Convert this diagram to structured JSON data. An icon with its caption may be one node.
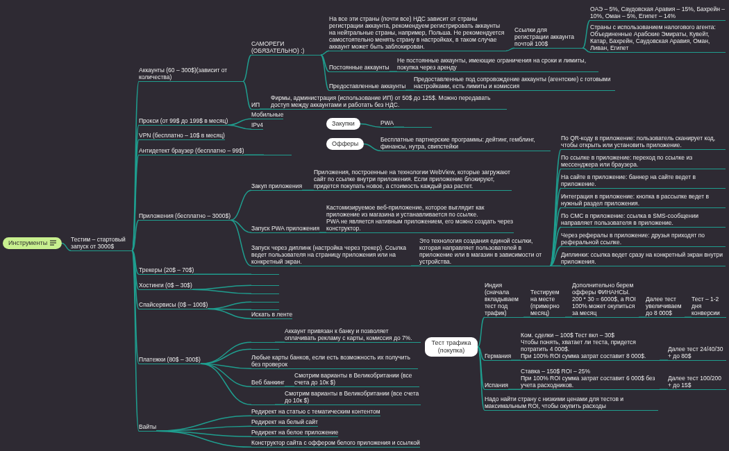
{
  "diagram": {
    "nodes": [
      {
        "text": [
          "Инструменты"
        ]
      },
      {
        "text": [
          "Тестим – стартовый запуск от 3000$"
        ]
      },
      {
        "text": [
          "Аккаунты (60 – 300$)(зависит от количества)"
        ]
      },
      {
        "text": [
          "САМОРЕГИ (ОБЯЗАТЕЛЬНО) :)"
        ]
      },
      {
        "text": [
          "На все эти страны (почти все) НДС зависит от страны регистрации аккаунта, рекомендуем регистрировать аккаунты на нейтральные страны, например, Польша. Не рекомендуется самостоятельно менять страну в настройках, в таком случае аккаунт может быть заблокирован."
        ]
      },
      {
        "text": [
          "Ссылки для регистрации аккаунта почтой 100$"
        ]
      },
      {
        "text": [
          "ОАЭ – 5%, Саудовская Аравия – 15%, Бахрейн – 10%, Оман – 5%, Египет – 14%"
        ]
      },
      {
        "text": [
          "Страны с использованием налогового агента: Объединенные Арабские Эмираты, Кувейт, Катар, Бахрейн, Саудовская Аравия, Оман, Ливан, Египет"
        ]
      },
      {
        "text": [
          "Постоянные аккаунты"
        ]
      },
      {
        "text": [
          "Не постоянные аккаунты, имеющие ограничения на сроки и лимиты, покупка через аренду"
        ]
      },
      {
        "text": [
          "Предоставленные аккаунты"
        ]
      },
      {
        "text": [
          "Предоставленные под сопровождение аккаунты (агентские) с готовыми настройками, есть лимиты и комиссия"
        ]
      },
      {
        "text": [
          "ИП"
        ]
      },
      {
        "text": [
          "Фирмы, администрация (использование ИП) от 50$ до 125$. Можно передавать доступ между аккаунтами и работать без НДС."
        ]
      },
      {
        "text": [
          "Прокси (от 99$ до 199$ в месяц)"
        ]
      },
      {
        "text": [
          "Мобильные"
        ]
      },
      {
        "text": [
          "IPv4"
        ]
      },
      {
        "text": [
          "VPN (бесплатно – 10$ в месяц)"
        ]
      },
      {
        "text": [
          "Антидетект браузер (бесплатно – 99$)"
        ]
      },
      {
        "text": [],
        "shape": "line"
      },
      {
        "text": [
          "Приложения (бесплатно – 3000$)"
        ]
      },
      {
        "text": [
          "Закуп приложения"
        ]
      },
      {
        "text": [
          "Приложения, построенные на технологии WebView, которые загружают сайт по ссылке внутри приложения. Если приложение блокируют, придется покупать новое, а стоимость каждый раз растет."
        ]
      },
      {
        "text": [
          "Запуск PWA приложения"
        ]
      },
      {
        "text": [
          "Кастомизируемое веб-приложение, которое выглядит как приложение из магазина и устанавливается по ссылке.",
          "PWA не является нативным приложением, его можно создать через конструктор."
        ]
      },
      {
        "text": [
          "Запуск через диплинк (настройка через трекер). Ссылка ведет пользователя на страницу приложения или на конкретный экран."
        ]
      },
      {
        "text": [
          "Это технология создания единой ссылки, которая направляет пользователей в приложение или в магазин в зависимости от устройства."
        ]
      },
      {
        "text": [
          "По QR-коду в приложение: пользователь сканирует код, чтобы открыть или установить приложение."
        ]
      },
      {
        "text": [
          "По ссылке в приложение: переход по ссылке из мессенджера или браузера."
        ]
      },
      {
        "text": [
          "На сайте в приложение: баннер на сайте ведет в приложение."
        ]
      },
      {
        "text": [
          "Интеграция в приложение: кнопка в рассылке ведет в нужный раздел приложения."
        ]
      },
      {
        "text": [
          "По СМС в приложение: ссылка в SMS-сообщении направляет пользователя в приложение."
        ]
      },
      {
        "text": [
          "Через рефералы в приложение: друзья приходят по реферальной ссылке."
        ]
      },
      {
        "text": [
          "Диплинки: ссылка ведет сразу на конкретный экран внутри приложения."
        ]
      },
      {
        "text": [
          "Трекеры (20$ – 70$)"
        ]
      },
      {
        "text": [],
        "shape": "line"
      },
      {
        "text": [
          "Хостинги (0$ – 30$)"
        ]
      },
      {
        "text": [],
        "shape": "line"
      },
      {
        "text": [],
        "shape": "line"
      },
      {
        "text": [
          "Спайсервисы (0$ – 100$)"
        ]
      },
      {
        "text": [],
        "shape": "line"
      },
      {
        "text": [],
        "shape": "line"
      },
      {
        "text": [
          "Искать в ленте"
        ]
      },
      {
        "text": [
          "Платежки (80$ – 300$)"
        ]
      },
      {
        "text": [],
        "shape": "line"
      },
      {
        "text": [
          "Аккаунт привязан к банку и позволяет оплачивать рекламу с карты, комиссия до 7%."
        ]
      },
      {
        "text": [],
        "shape": "line"
      },
      {
        "text": [
          "Любые карты банков, если есть возможность их получить без проверок"
        ]
      },
      {
        "text": [
          "Веб банкинг"
        ]
      },
      {
        "text": [
          "Смотрим варианты в Великобритании (все счета до 10к $)"
        ]
      },
      {
        "text": [],
        "shape": "line"
      },
      {
        "text": [
          "Смотрим варианты в Великобритании (все счета до 10к $)"
        ]
      },
      {
        "text": [
          "Вайты"
        ]
      },
      {
        "text": [
          "Редирект на статью с тематическим контентом"
        ]
      },
      {
        "text": [
          "Редирект на белый сайт"
        ]
      },
      {
        "text": [
          "Редирект на белое приложение"
        ]
      },
      {
        "text": [
          "Конструктор сайта с оффером белого приложения и ссылкой"
        ]
      },
      {
        "text": [
          "Тест трафика (покупка)"
        ]
      },
      {
        "text": [
          "Индия (сначала вкладываем тест под трафик)"
        ]
      },
      {
        "text": [
          "Тестируем на месте (примерно месяц)"
        ]
      },
      {
        "text": [
          "Дополнительно берем офферы ФИНАНСЫ.",
          "200 * 30 = 6000$, а ROI 100% может окупиться за месяц"
        ]
      },
      {
        "text": [
          "Далее тест увеличиваем до 8 000$"
        ]
      },
      {
        "text": [
          "Тест – 1-2 дня конверсии"
        ]
      },
      {
        "text": [
          "Германия"
        ]
      },
      {
        "text": [
          "Ком. сделки – 100$ Тест вкл – 30$",
          "Чтобы понять, хватает ли теста, придется потратить 4 000$.",
          "При 100% ROI сумма затрат составит 8 000$."
        ]
      },
      {
        "text": [
          "Далее тест 24/40/30 + до 80$"
        ]
      },
      {
        "text": [
          "Испания"
        ]
      },
      {
        "text": [
          "Ставка – 150$ ROI – 25%",
          "При 100% ROI сумма затрат составит 6 000$ без учета расходников."
        ]
      },
      {
        "text": [
          "Далее тест 100/200 + до 15$"
        ]
      },
      {
        "text": [
          "Надо найти страну с низкими ценами для тестов и максимальным ROI, чтобы окупить расходы"
        ]
      },
      {
        "text": [
          "Закупки"
        ]
      },
      {
        "text": [
          "PWA"
        ]
      },
      {
        "text": [],
        "shape": "line"
      },
      {
        "text": [
          "Офферы"
        ]
      },
      {
        "text": [
          "Бесплатные партнерские программы: дейтинг, гемблинг, финансы, нутра, свипстейки"
        ]
      }
    ],
    "edges": [
      {
        "from": 0,
        "to": 1,
        "arrow": "none"
      },
      {
        "from": 1,
        "to": 2,
        "arrow": "none"
      },
      {
        "from": 2,
        "to": 3,
        "arrow": "none"
      },
      {
        "from": 3,
        "to": 4,
        "arrow": "none"
      },
      {
        "from": 4,
        "to": 5,
        "arrow": "none"
      },
      {
        "from": 5,
        "to": 6,
        "arrow": "none"
      },
      {
        "from": 5,
        "to": 7,
        "arrow": "none"
      },
      {
        "from": 3,
        "to": 8,
        "arrow": "none"
      },
      {
        "from": 8,
        "to": 9,
        "arrow": "none"
      },
      {
        "from": 3,
        "to": 10,
        "arrow": "none"
      },
      {
        "from": 10,
        "to": 11,
        "arrow": "none"
      },
      {
        "from": 2,
        "to": 12,
        "arrow": "none"
      },
      {
        "from": 12,
        "to": 13,
        "arrow": "none"
      },
      {
        "from": 1,
        "to": 14,
        "arrow": "none"
      },
      {
        "from": 14,
        "to": 15,
        "arrow": "none"
      },
      {
        "from": 14,
        "to": 16,
        "arrow": "none"
      },
      {
        "from": 1,
        "to": 17,
        "arrow": "none"
      },
      {
        "from": 1,
        "to": 18,
        "arrow": "none"
      },
      {
        "from": 18,
        "to": 19,
        "arrow": "none"
      },
      {
        "from": 1,
        "to": 20,
        "arrow": "none"
      },
      {
        "from": 20,
        "to": 21,
        "arrow": "none"
      },
      {
        "from": 21,
        "to": 22,
        "arrow": "none"
      },
      {
        "from": 20,
        "to": 23,
        "arrow": "none"
      },
      {
        "from": 23,
        "to": 24,
        "arrow": "none"
      },
      {
        "from": 20,
        "to": 25,
        "arrow": "none"
      },
      {
        "from": 25,
        "to": 26,
        "arrow": "none"
      },
      {
        "from": 26,
        "to": 27,
        "arrow": "none"
      },
      {
        "from": 26,
        "to": 28,
        "arrow": "none"
      },
      {
        "from": 26,
        "to": 29,
        "arrow": "none"
      },
      {
        "from": 26,
        "to": 30,
        "arrow": "none"
      },
      {
        "from": 26,
        "to": 31,
        "arrow": "none"
      },
      {
        "from": 26,
        "to": 32,
        "arrow": "none"
      },
      {
        "from": 26,
        "to": 33,
        "arrow": "none"
      },
      {
        "from": 1,
        "to": 34,
        "arrow": "none"
      },
      {
        "from": 34,
        "to": 35,
        "arrow": "none"
      },
      {
        "from": 1,
        "to": 36,
        "arrow": "none"
      },
      {
        "from": 36,
        "to": 37,
        "arrow": "none"
      },
      {
        "from": 36,
        "to": 38,
        "arrow": "none"
      },
      {
        "from": 1,
        "to": 39,
        "arrow": "none"
      },
      {
        "from": 39,
        "to": 40,
        "arrow": "none"
      },
      {
        "from": 39,
        "to": 41,
        "arrow": "none"
      },
      {
        "from": 39,
        "to": 42,
        "arrow": "none"
      },
      {
        "from": 1,
        "to": 43,
        "arrow": "none"
      },
      {
        "from": 43,
        "to": 44,
        "arrow": "none"
      },
      {
        "from": 44,
        "to": 45,
        "arrow": "none"
      },
      {
        "from": 43,
        "to": 46,
        "arrow": "none"
      },
      {
        "from": 43,
        "to": 47,
        "arrow": "none"
      },
      {
        "from": 43,
        "to": 48,
        "arrow": "none"
      },
      {
        "from": 48,
        "to": 49,
        "arrow": "none"
      },
      {
        "from": 43,
        "to": 50,
        "arrow": "none"
      },
      {
        "from": 50,
        "to": 51,
        "arrow": "none"
      },
      {
        "from": 1,
        "to": 52,
        "arrow": "none"
      },
      {
        "from": 52,
        "to": 53,
        "arrow": "none"
      },
      {
        "from": 52,
        "to": 54,
        "arrow": "none"
      },
      {
        "from": 52,
        "to": 55,
        "arrow": "none"
      },
      {
        "from": 52,
        "to": 56,
        "arrow": "none"
      },
      {
        "from": 57,
        "to": 58,
        "arrow": "none"
      },
      {
        "from": 58,
        "to": 59,
        "arrow": "none"
      },
      {
        "from": 59,
        "to": 60,
        "arrow": "none"
      },
      {
        "from": 60,
        "to": 61,
        "arrow": "none"
      },
      {
        "from": 61,
        "to": 62,
        "arrow": "none"
      },
      {
        "from": 57,
        "to": 63,
        "arrow": "none"
      },
      {
        "from": 63,
        "to": 64,
        "arrow": "none"
      },
      {
        "from": 64,
        "to": 65,
        "arrow": "none"
      },
      {
        "from": 57,
        "to": 66,
        "arrow": "none"
      },
      {
        "from": 66,
        "to": 67,
        "arrow": "none"
      },
      {
        "from": 67,
        "to": 68,
        "arrow": "none"
      },
      {
        "from": 57,
        "to": 69,
        "arrow": "none"
      },
      {
        "from": 70,
        "to": 71,
        "arrow": "none"
      },
      {
        "from": 71,
        "to": 72,
        "arrow": "none"
      },
      {
        "from": 73,
        "to": 74,
        "arrow": "none"
      }
    ]
  }
}
